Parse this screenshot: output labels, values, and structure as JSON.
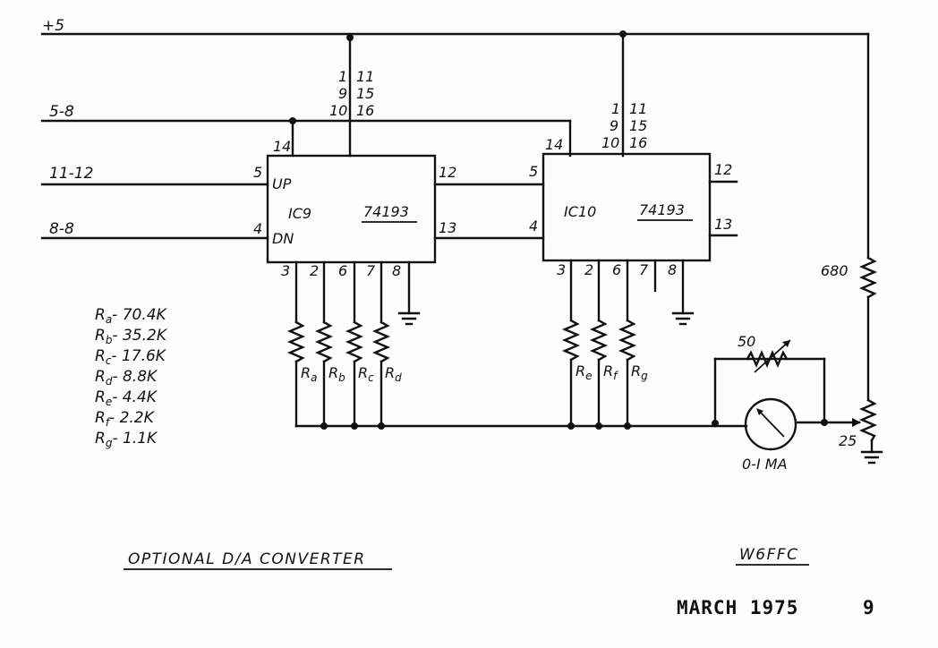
{
  "rails": {
    "vcc": "+5",
    "in1": "5-8",
    "in2": "11-12",
    "in3": "8-8"
  },
  "ic9": {
    "name": "IC9",
    "part": "74193",
    "up": "UP",
    "dn": "DN",
    "pin_up": "5",
    "pin_dn": "4",
    "pin_14": "14",
    "pin_12": "12",
    "pin_13": "13",
    "pins_top": [
      "1",
      "9",
      "10",
      "11",
      "15",
      "16"
    ],
    "pins_bottom": [
      "3",
      "2",
      "6",
      "7",
      "8"
    ]
  },
  "ic10": {
    "name": "IC10",
    "part": "74193",
    "pin_up": "5",
    "pin_dn": "4",
    "pin_14": "14",
    "pin_12": "12",
    "pin_13": "13",
    "pins_top": [
      "1",
      "9",
      "10",
      "11",
      "15",
      "16"
    ],
    "pins_bottom": [
      "3",
      "2",
      "6",
      "7",
      "8"
    ]
  },
  "resistors": {
    "ra": {
      "main": "R",
      "sub": "a"
    },
    "rb": {
      "main": "R",
      "sub": "b"
    },
    "rc": {
      "main": "R",
      "sub": "c"
    },
    "rd": {
      "main": "R",
      "sub": "d"
    },
    "re": {
      "main": "R",
      "sub": "e"
    },
    "rf": {
      "main": "R",
      "sub": "f"
    },
    "rg": {
      "main": "R",
      "sub": "g"
    }
  },
  "legend": [
    {
      "main": "R",
      "sub": "a",
      "value": "- 70.4K"
    },
    {
      "main": "R",
      "sub": "b",
      "value": "- 35.2K"
    },
    {
      "main": "R",
      "sub": "c",
      "value": "- 17.6K"
    },
    {
      "main": "R",
      "sub": "d",
      "value": "- 8.8K"
    },
    {
      "main": "R",
      "sub": "e",
      "value": "- 4.4K"
    },
    {
      "main": "R",
      "sub": "f",
      "value": "- 2.2K"
    },
    {
      "main": "R",
      "sub": "g",
      "value": "- 1.1K"
    }
  ],
  "components": {
    "r680": "680",
    "pot50": "50",
    "pot25": "25",
    "meter": "0-I MA"
  },
  "title": "OPTIONAL D/A CONVERTER",
  "author": "W6FFC",
  "footer": {
    "date": "MARCH 1975",
    "page": "9"
  }
}
